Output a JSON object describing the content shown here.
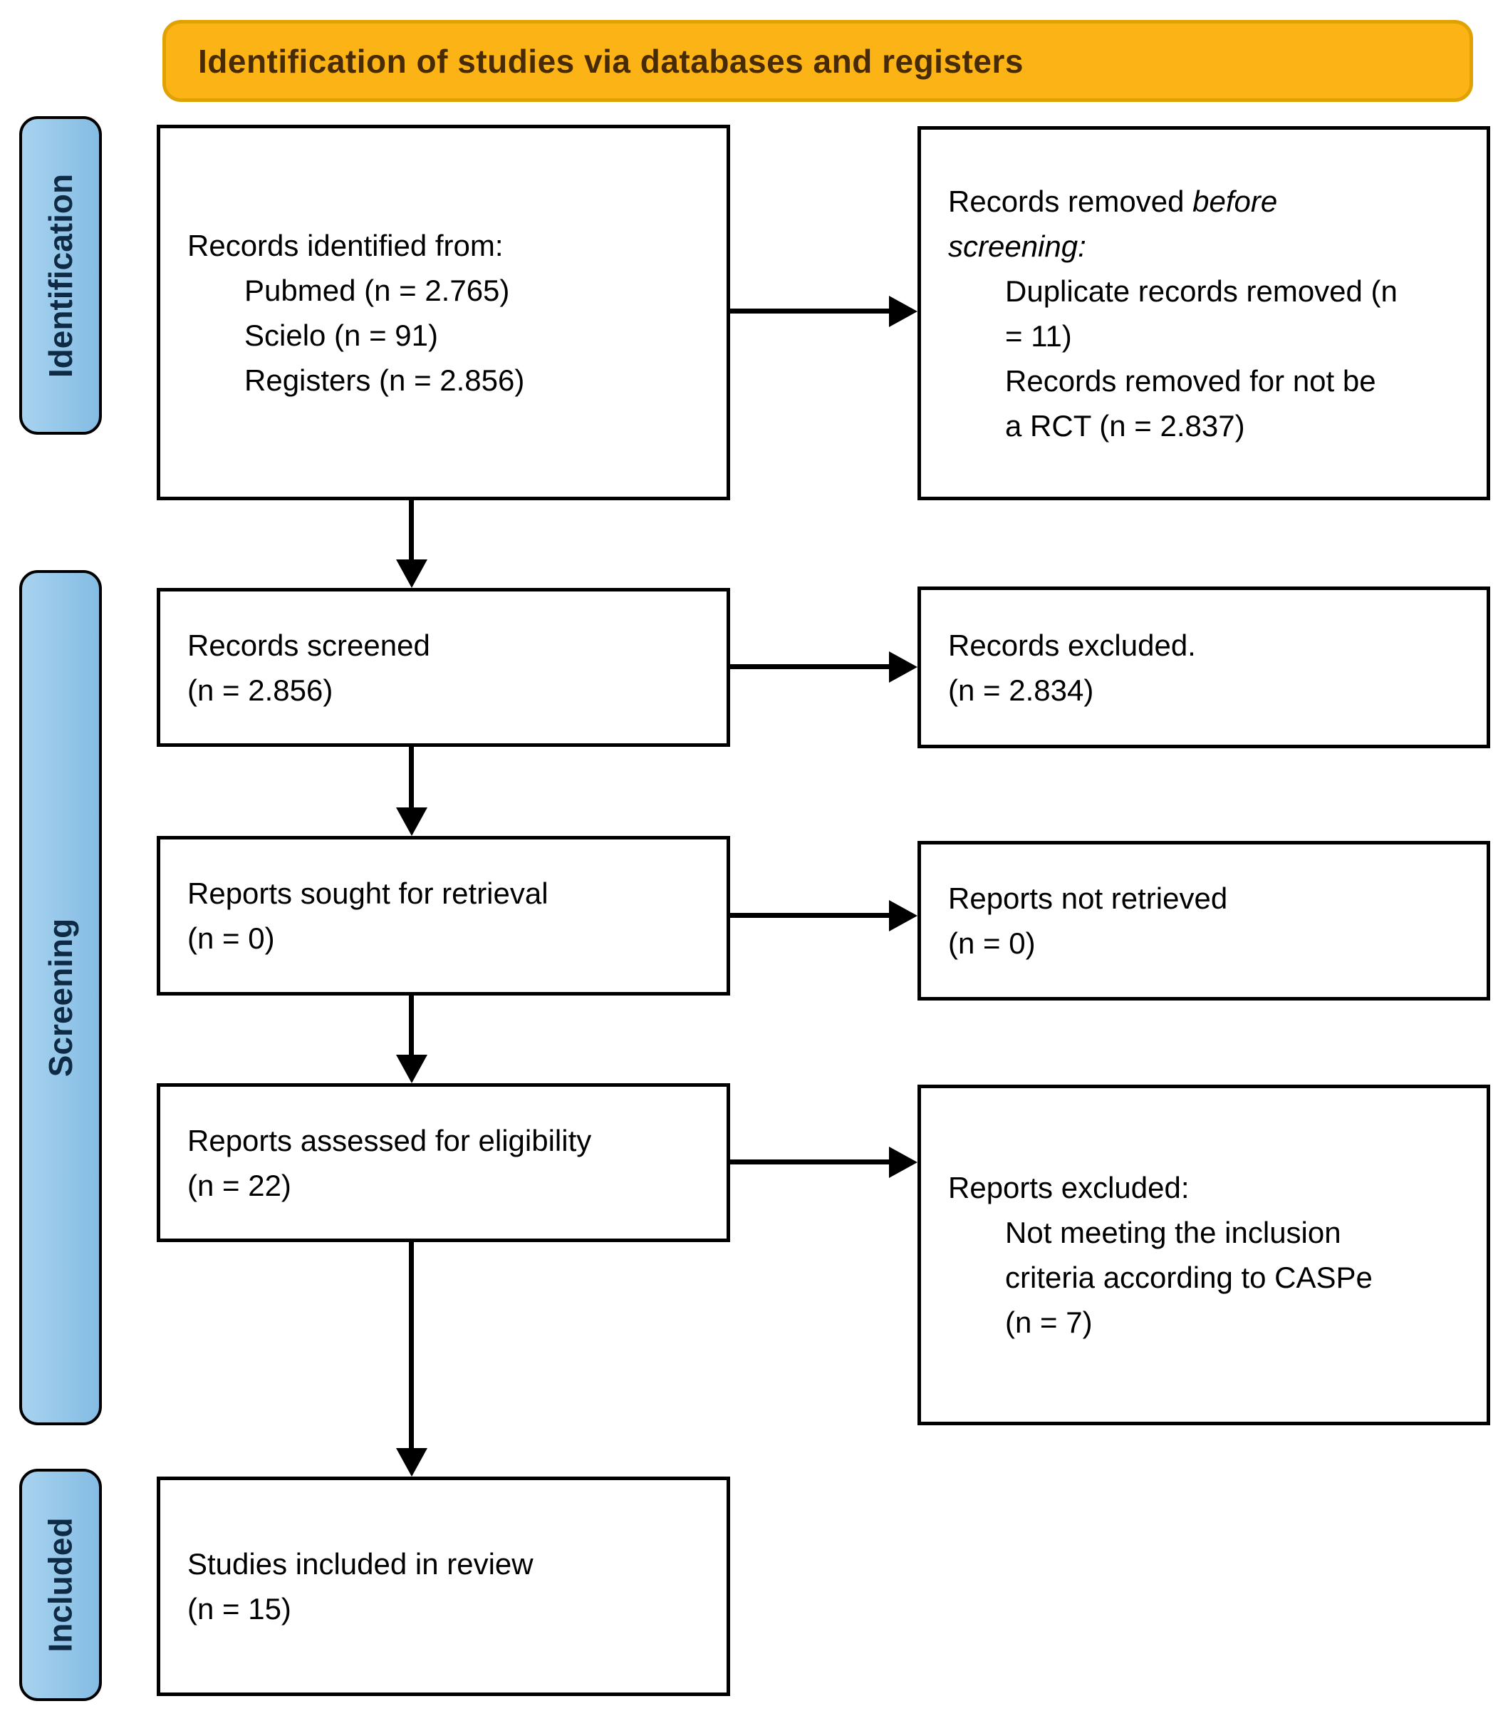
{
  "banner": {
    "title": "Identification of studies via databases and registers"
  },
  "stages": [
    {
      "label": "Identification"
    },
    {
      "label": "Screening"
    },
    {
      "label": "Included"
    }
  ],
  "boxes": {
    "records_identified": {
      "lines": [
        {
          "indent": 0,
          "parts": [
            {
              "text": "Records identified from:"
            }
          ]
        },
        {
          "indent": 1,
          "parts": [
            {
              "text": "Pubmed (n = 2.765)"
            }
          ]
        },
        {
          "indent": 1,
          "parts": [
            {
              "text": "Scielo (n = 91)"
            }
          ]
        },
        {
          "indent": 1,
          "parts": [
            {
              "text": "Registers (n = 2.856)"
            }
          ]
        }
      ]
    },
    "records_removed_before_screening": {
      "lines": [
        {
          "indent": 0,
          "parts": [
            {
              "text": "Records removed "
            },
            {
              "text": "before",
              "italic": true
            }
          ]
        },
        {
          "indent": 0,
          "parts": [
            {
              "text": "screening:",
              "italic": true
            }
          ]
        },
        {
          "indent": 1,
          "parts": [
            {
              "text": "Duplicate records removed (n"
            }
          ]
        },
        {
          "indent": 1,
          "parts": [
            {
              "text": "= 11)"
            }
          ]
        },
        {
          "indent": 1,
          "parts": [
            {
              "text": "Records removed for not be"
            }
          ]
        },
        {
          "indent": 1,
          "parts": [
            {
              "text": "a RCT (n = 2.837)"
            }
          ]
        }
      ]
    },
    "records_screened": {
      "lines": [
        {
          "indent": 0,
          "parts": [
            {
              "text": "Records screened"
            }
          ]
        },
        {
          "indent": 0,
          "parts": [
            {
              "text": "(n = 2.856)"
            }
          ]
        }
      ]
    },
    "records_excluded": {
      "lines": [
        {
          "indent": 0,
          "parts": [
            {
              "text": "Records excluded."
            }
          ]
        },
        {
          "indent": 0,
          "parts": [
            {
              "text": "(n = 2.834)"
            }
          ]
        }
      ]
    },
    "reports_sought": {
      "lines": [
        {
          "indent": 0,
          "parts": [
            {
              "text": "Reports sought for retrieval"
            }
          ]
        },
        {
          "indent": 0,
          "parts": [
            {
              "text": "(n = 0)"
            }
          ]
        }
      ]
    },
    "reports_not_retrieved": {
      "lines": [
        {
          "indent": 0,
          "parts": [
            {
              "text": "Reports not retrieved"
            }
          ]
        },
        {
          "indent": 0,
          "parts": [
            {
              "text": "(n = 0)"
            }
          ]
        }
      ]
    },
    "reports_assessed": {
      "lines": [
        {
          "indent": 0,
          "parts": [
            {
              "text": "Reports assessed for eligibility"
            }
          ]
        },
        {
          "indent": 0,
          "parts": [
            {
              "text": "(n = 22)"
            }
          ]
        }
      ]
    },
    "reports_excluded": {
      "lines": [
        {
          "indent": 0,
          "parts": [
            {
              "text": "Reports excluded:"
            }
          ]
        },
        {
          "indent": 1,
          "parts": [
            {
              "text": "Not meeting the inclusion"
            }
          ]
        },
        {
          "indent": 1,
          "parts": [
            {
              "text": "criteria according to CASPe"
            }
          ]
        },
        {
          "indent": 1,
          "parts": [
            {
              "text": "(n = 7)"
            }
          ]
        }
      ]
    },
    "studies_included": {
      "lines": [
        {
          "indent": 0,
          "parts": [
            {
              "text": "Studies included in review"
            }
          ]
        },
        {
          "indent": 0,
          "parts": [
            {
              "text": "(n = 15)"
            }
          ]
        }
      ]
    }
  },
  "colors": {
    "banner_fill": "#FCB315",
    "banner_border": "#E0A102",
    "banner_text": "#472B07",
    "stage_fill_light": "#A8D3F0",
    "stage_fill_dark": "#84BCE3",
    "stage_text": "#0E2A44",
    "box_border": "#000000",
    "arrow": "#000000",
    "page_bg": "#FFFFFF"
  }
}
